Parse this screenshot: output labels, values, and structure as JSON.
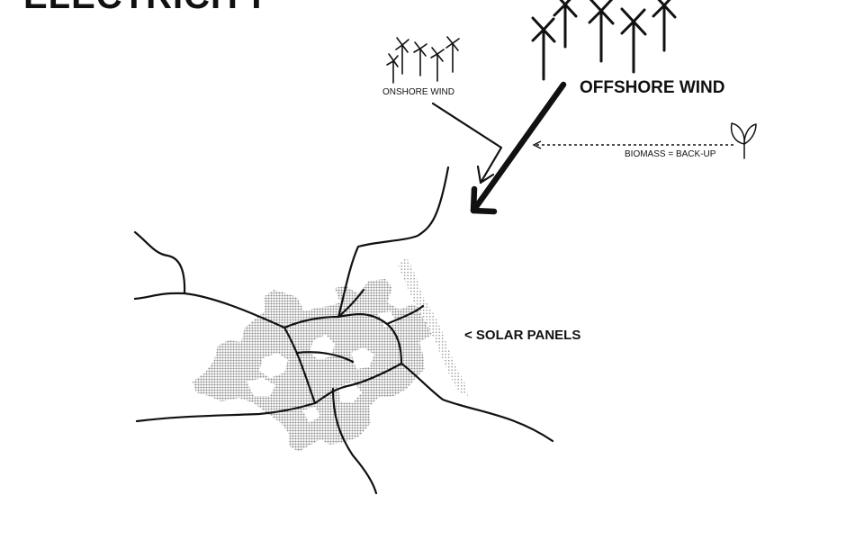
{
  "title": "ELECTRICITY",
  "labels": {
    "onshore": "ONSHORE WIND",
    "offshore": "OFFSHORE WIND",
    "biomass": "BIOMASS = BACK-UP",
    "solar": "< SOLAR PANELS"
  },
  "icons": {
    "turbine": "wind-turbine-icon",
    "leaf": "leaf-icon"
  },
  "colors": {
    "ink": "#111111",
    "city_fill": "#9c9c9c",
    "background": "#ffffff"
  }
}
